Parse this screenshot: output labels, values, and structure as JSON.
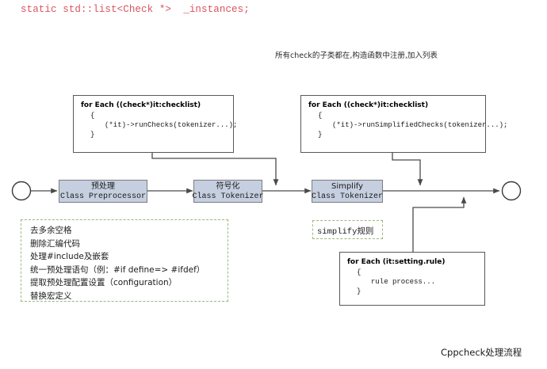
{
  "diagram": {
    "caption": "Cppcheck处理流程",
    "declaration": "static std::list<Check *>  _instances;",
    "annotation": "所有check的子类都在,构造函数中注册,加入列表",
    "colors": {
      "process_fill": "#c5cfe0",
      "process_border": "#7a7d82",
      "code_border": "#58595b",
      "dashed_border": "#9ab87a",
      "declaration_text": "#d9555e",
      "connector": "#4a4a4a"
    },
    "nodes": {
      "start": {
        "name": "start-node",
        "shape": "circle"
      },
      "end": {
        "name": "end-node",
        "shape": "circle"
      }
    },
    "process_boxes": [
      {
        "id": "preprocessor",
        "title": "预处理",
        "subtitle": "Class Preprocessor"
      },
      {
        "id": "tokenizer",
        "title": "符号化",
        "subtitle": "Class Tokenizer"
      },
      {
        "id": "simplify",
        "title": "Simplify",
        "subtitle": "Class Tokenizer"
      }
    ],
    "code_boxes": [
      {
        "id": "run-checks",
        "header": "for Each ((check*)it:checklist)",
        "brace_open": "{",
        "body": "(*it)->runChecks(tokenizer...);",
        "brace_close": "}"
      },
      {
        "id": "run-simplified-checks",
        "header": "for Each ((check*)it:checklist)",
        "brace_open": "{",
        "body": "(*it)->runSimplifiedChecks(tokenizer...);",
        "brace_close": "}"
      },
      {
        "id": "rule-process",
        "header": "for Each (it:setting.rule)",
        "brace_open": "{",
        "body": "rule process...",
        "brace_close": "}"
      }
    ],
    "preprocess_notes": {
      "id": "preprocess-notes",
      "items": [
        "去多余空格",
        "删除汇编代码",
        "处理#include及嵌套",
        "统一预处理语句（例：#if define=> #ifdef）",
        "提取预处理配置设置（configuration）",
        "替换宏定义"
      ]
    },
    "simplify_note": {
      "id": "simplify-note",
      "label": "simplify规则"
    }
  }
}
